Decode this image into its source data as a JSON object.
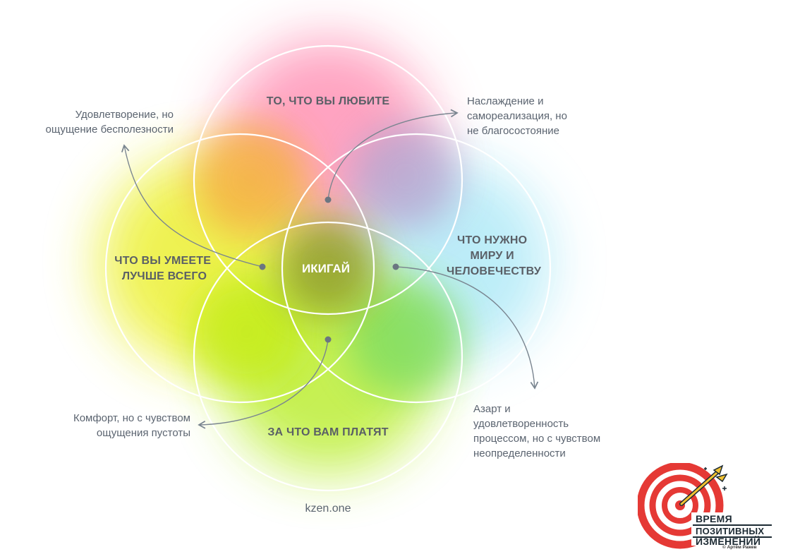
{
  "circles": {
    "love": "ТО, ЧТО ВЫ ЛЮБИТЕ",
    "good_at": [
      "ЧТО ВЫ УМЕЕТЕ",
      "ЛУЧШЕ ВСЕГО"
    ],
    "world_needs": [
      "ЧТО НУЖНО",
      "МИРУ И",
      "ЧЕЛОВЕЧЕСТВУ"
    ],
    "paid_for": "ЗА ЧТО ВАМ ПЛАТЯТ"
  },
  "center": "ИКИГАЙ",
  "notes": {
    "top_left": "Удовлетворение, но\nощущение бесполезности",
    "top_right": "Наслаждение и\nсамореализация, но\nне благосостояние",
    "bottom_left": "Комфорт, но с чувством\nощущения пустоты",
    "bottom_right": "Азарт и\nудовлетворенность\nпроцессом, но с чувством\nнеопределенности"
  },
  "source": "kzen.one",
  "logo": {
    "line1": "ВРЕМЯ",
    "line2": "ПОЗИТИВНЫХ",
    "line3": "ИЗМЕНЕНИЙ",
    "credit": "© Артём Ражев"
  },
  "colors": {
    "love_pink": "#ff9fb8",
    "good_yellow": "#e8f53a",
    "world_blue": "#b8ecf6",
    "paid_green": "#a8ea2e",
    "center_olive": "#8a9a1e",
    "accent_red": "#e53935",
    "accent_gold": "#f2c230"
  }
}
